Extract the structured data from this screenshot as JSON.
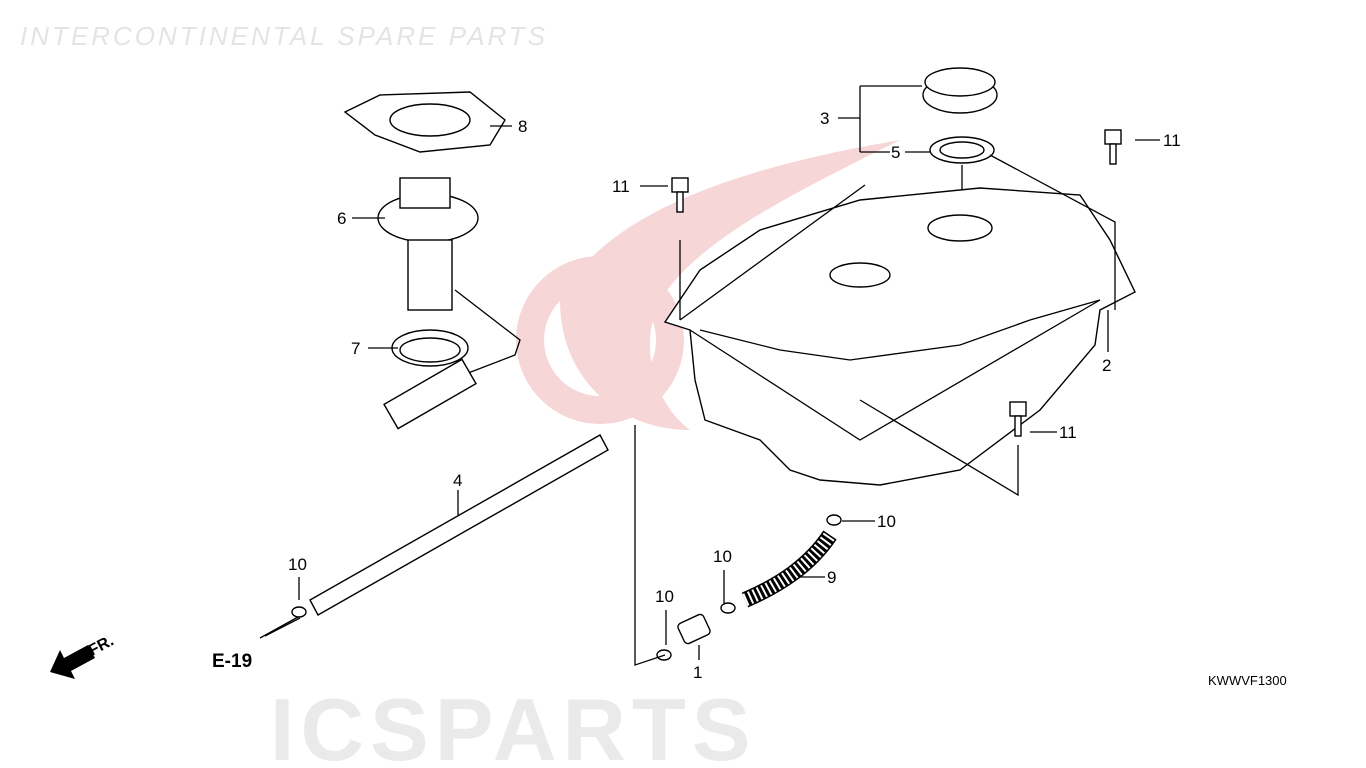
{
  "diagram": {
    "code": "KWWVF1300",
    "reference": "E-19",
    "direction_label": "FR.",
    "watermark": {
      "brand": "ICSPARTS",
      "tagline": "INTERCONTINENTAL SPARE PARTS",
      "accent_color": "#e8a0a0"
    },
    "callouts": [
      {
        "label": "1"
      },
      {
        "label": "2"
      },
      {
        "label": "3"
      },
      {
        "label": "4"
      },
      {
        "label": "5"
      },
      {
        "label": "6"
      },
      {
        "label": "7"
      },
      {
        "label": "8"
      },
      {
        "label": "9"
      },
      {
        "label": "10"
      },
      {
        "label": "10"
      },
      {
        "label": "10"
      },
      {
        "label": "10"
      },
      {
        "label": "11"
      },
      {
        "label": "11"
      },
      {
        "label": "11"
      }
    ]
  }
}
